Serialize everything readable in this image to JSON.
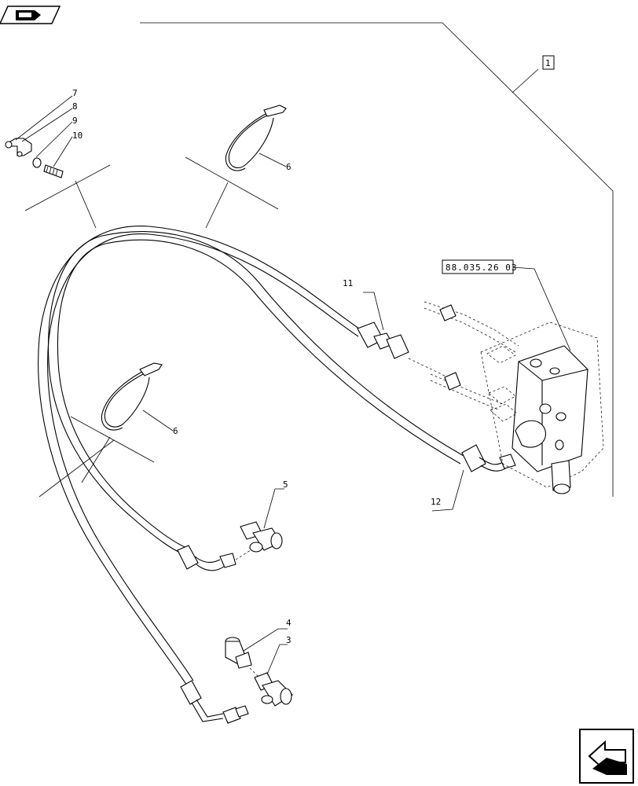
{
  "reference_box": "88.035.26 03",
  "callouts": {
    "c1": "1",
    "c3": "3",
    "c4": "4",
    "c5": "5",
    "c6a": "6",
    "c6b": "6",
    "c7": "7",
    "c8": "8",
    "c9": "9",
    "c10": "10",
    "c11": "11",
    "c12": "12"
  },
  "icons": {
    "top_left": "book-arrow-icon",
    "bottom_right": "next-page-arrow-icon"
  }
}
